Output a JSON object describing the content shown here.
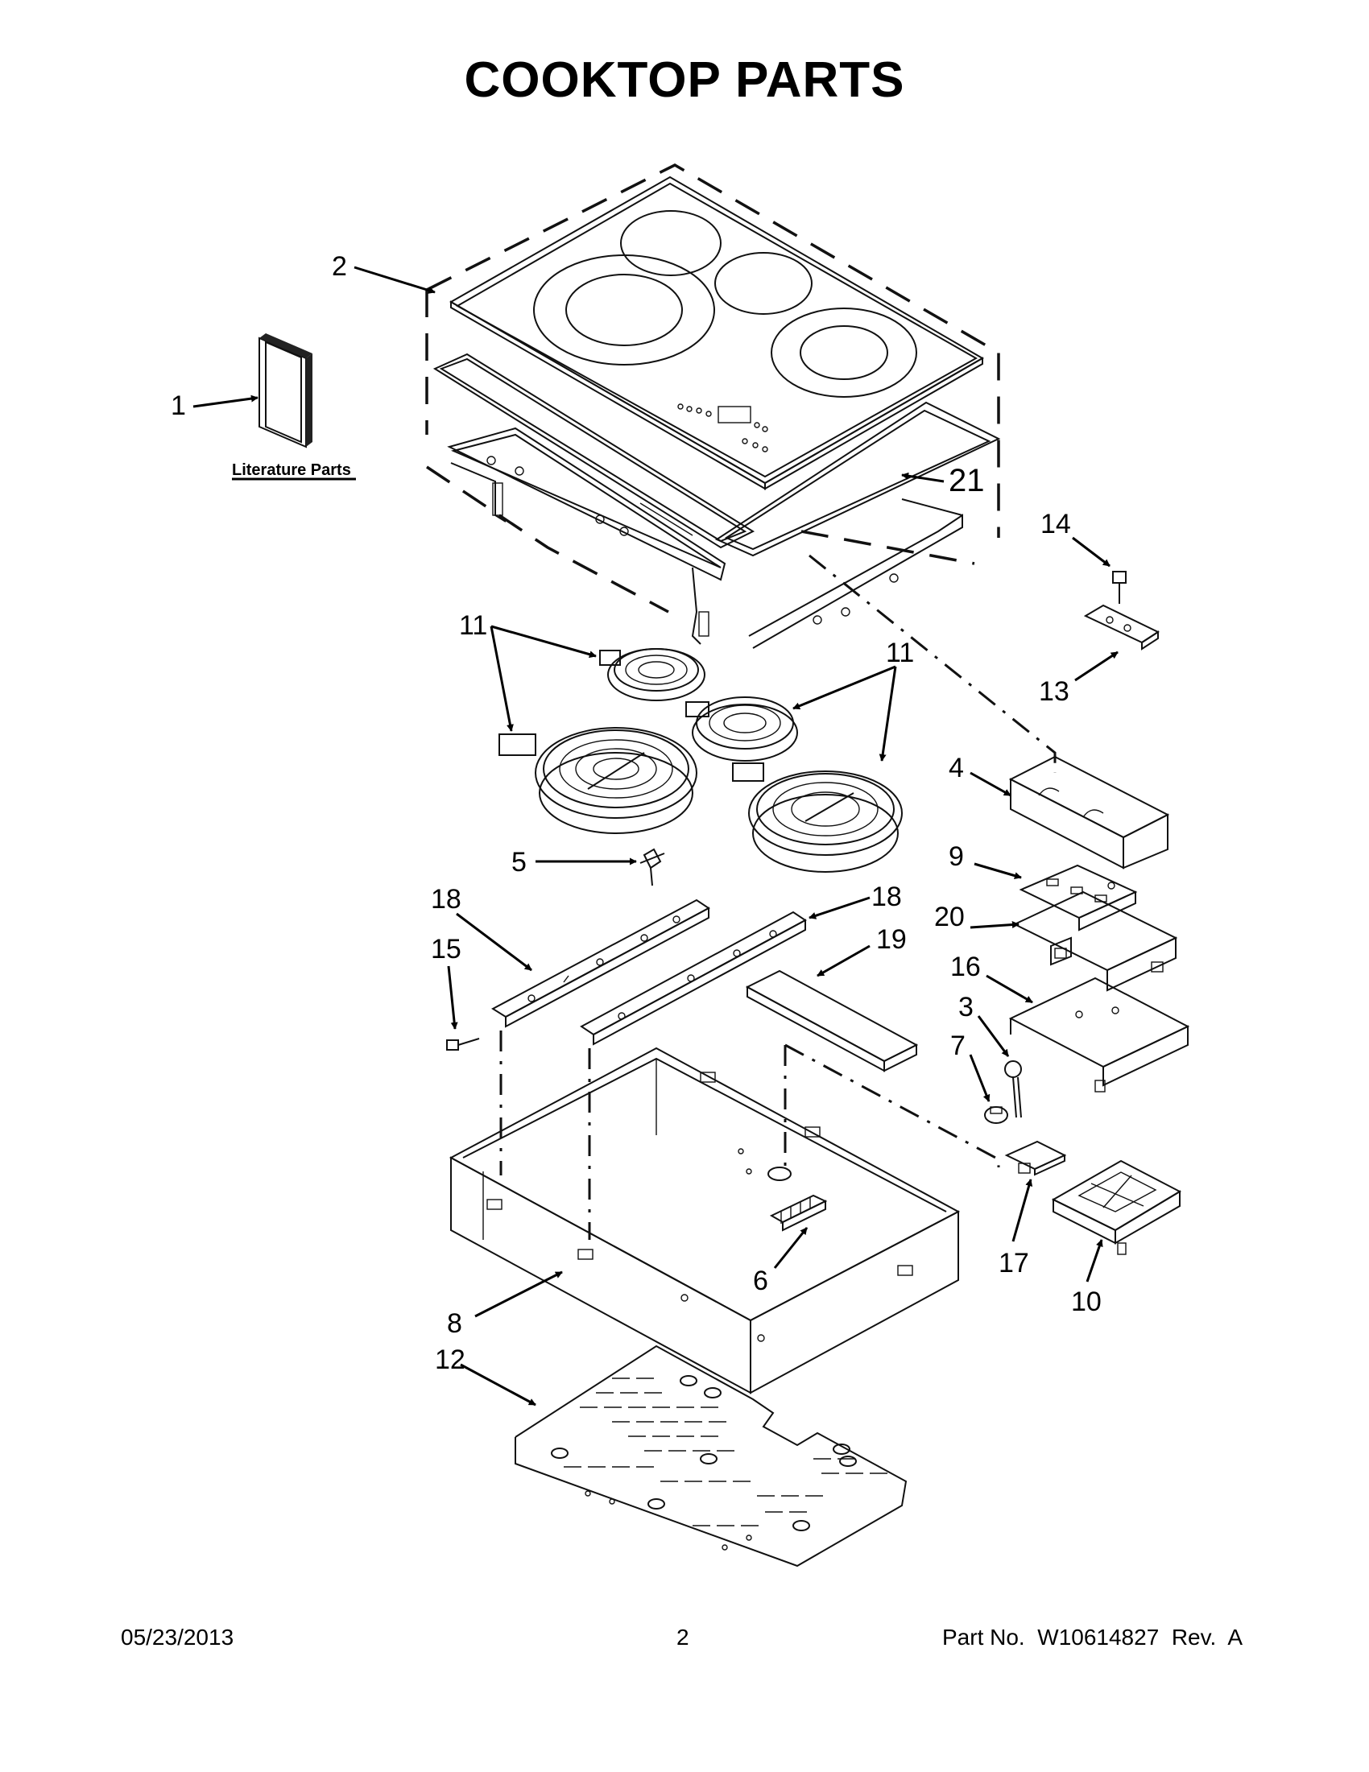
{
  "document": {
    "title": "COOKTOP PARTS",
    "literature_label": "Literature Parts",
    "footer": {
      "date": "05/23/2013",
      "page_number": "2",
      "part_number": "Part No.  W10614827  Rev.  A"
    }
  },
  "callouts": {
    "c1": "1",
    "c2": "2",
    "c3": "3",
    "c4": "4",
    "c5": "5",
    "c6": "6",
    "c7": "7",
    "c8": "8",
    "c9": "9",
    "c10": "10",
    "c11a": "11",
    "c11b": "11",
    "c12": "12",
    "c13": "13",
    "c14": "14",
    "c15": "15",
    "c16": "16",
    "c17": "17",
    "c18a": "18",
    "c18b": "18",
    "c19": "19",
    "c20": "20",
    "c21": "21"
  }
}
